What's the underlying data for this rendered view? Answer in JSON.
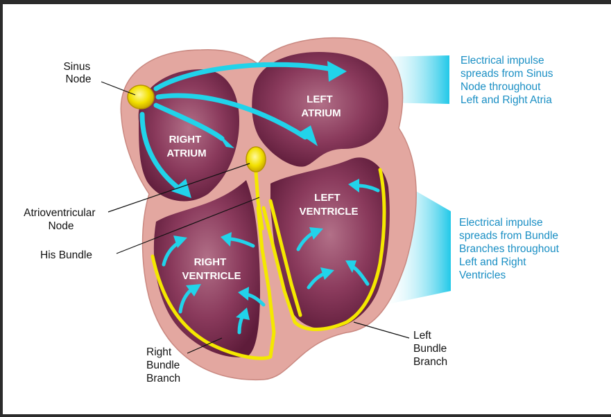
{
  "chambers": {
    "left_atrium": [
      "LEFT",
      "ATRIUM"
    ],
    "right_atrium": [
      "RIGHT",
      "ATRIUM"
    ],
    "left_ventricle": [
      "LEFT",
      "VENTRICLE"
    ],
    "right_ventricle": [
      "RIGHT",
      "VENTRICLE"
    ]
  },
  "callouts": {
    "sinus_node": [
      "Sinus",
      "Node"
    ],
    "av_node": [
      "Atrioventricular",
      "Node"
    ],
    "his_bundle": [
      "His Bundle"
    ],
    "right_bundle_branch": [
      "Right",
      "Bundle",
      "Branch"
    ],
    "left_bundle_branch": [
      "Left",
      "Bundle",
      "Branch"
    ]
  },
  "info": {
    "atria": [
      "Electrical impulse",
      "spreads from Sinus",
      "Node throughout",
      "Left and Right Atria"
    ],
    "ventricles": [
      "Electrical impulse",
      "spreads from Bundle",
      "Branches throughout",
      "Left and Right",
      "Ventricles"
    ]
  },
  "colors": {
    "muscle": "#e3a7a0",
    "chamber": "#7e2f52",
    "impulse_arrow": "#21d3ea",
    "conduction": "#f4e800",
    "info_text": "#1a8fc4"
  }
}
